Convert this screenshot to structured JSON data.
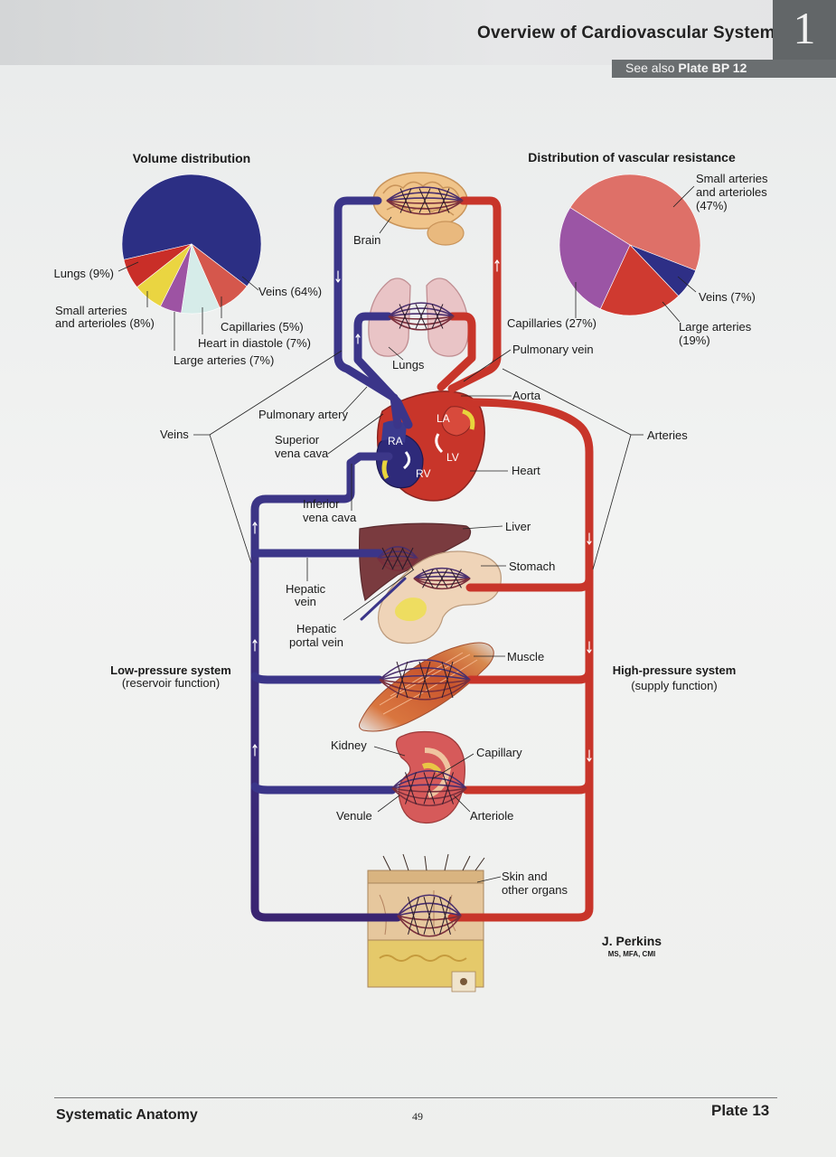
{
  "header": {
    "title": "Overview of Cardiovascular System",
    "plate_number": "1",
    "see_also_prefix": "See also",
    "see_also_ref": "Plate BP 12"
  },
  "volume_chart": {
    "title": "Volume distribution",
    "labels": {
      "veins": "Veins (64%)",
      "lungs": "Lungs (9%)",
      "small_arteries_1": "Small arteries",
      "small_arteries_2": "and arterioles (8%)",
      "capillaries": "Capillaries (5%)",
      "heart": "Heart in diastole (7%)",
      "large_arteries": "Large arteries (7%)"
    }
  },
  "resistance_chart": {
    "title": "Distribution of vascular resistance",
    "labels": {
      "small_1": "Small arteries",
      "small_2": "and arterioles",
      "small_3": "(47%)",
      "veins": "Veins (7%)",
      "large_1": "Large arteries",
      "large_2": "(19%)",
      "capillaries": "Capillaries (27%)"
    }
  },
  "chart_data": [
    {
      "type": "pie",
      "title": "Volume distribution",
      "categories": [
        "Veins",
        "Small arteries and arterioles",
        "Lungs",
        "Capillaries",
        "Heart in diastole",
        "Large arteries"
      ],
      "values": [
        64,
        8,
        9,
        5,
        7,
        7
      ],
      "colors": [
        "#2c2f84",
        "#d5574c",
        "#d6ece9",
        "#9d53a3",
        "#ead541",
        "#c92e28"
      ]
    },
    {
      "type": "pie",
      "title": "Distribution of vascular resistance",
      "categories": [
        "Small arteries and arterioles",
        "Veins",
        "Large arteries",
        "Capillaries"
      ],
      "values": [
        47,
        7,
        19,
        27
      ],
      "colors": [
        "#de7068",
        "#2e2f86",
        "#cf3a30",
        "#9b55a5"
      ]
    }
  ],
  "labels": {
    "brain": "Brain",
    "lungs": "Lungs",
    "pulmonary_vein": "Pulmonary vein",
    "aorta": "Aorta",
    "pulmonary_artery": "Pulmonary artery",
    "veins": "Veins",
    "arteries": "Arteries",
    "superior_vc_1": "Superior",
    "superior_vc_2": "vena cava",
    "ra": "RA",
    "la": "LA",
    "lv": "LV",
    "rv": "RV",
    "heart": "Heart",
    "inferior_vc_1": "Inferior",
    "inferior_vc_2": "vena cava",
    "liver": "Liver",
    "stomach": "Stomach",
    "hepatic_vein_1": "Hepatic",
    "hepatic_vein_2": "vein",
    "hepatic_portal_1": "Hepatic",
    "hepatic_portal_2": "portal vein",
    "muscle": "Muscle",
    "low_pressure_1": "Low-pressure system",
    "low_pressure_2": "(reservoir function)",
    "high_pressure_1": "High-pressure system",
    "high_pressure_2": "(supply function)",
    "kidney": "Kidney",
    "capillary": "Capillary",
    "venule": "Venule",
    "arteriole": "Arteriole",
    "skin_1": "Skin and",
    "skin_2": "other organs",
    "artist_name": "J. Perkins",
    "artist_creds": "MS, MFA, CMI"
  },
  "footer": {
    "left": "Systematic Anatomy",
    "page": "49",
    "right": "Plate 13"
  },
  "colors": {
    "vein": "#3a2f82",
    "artery": "#c8352a",
    "header_box": "#626668"
  }
}
